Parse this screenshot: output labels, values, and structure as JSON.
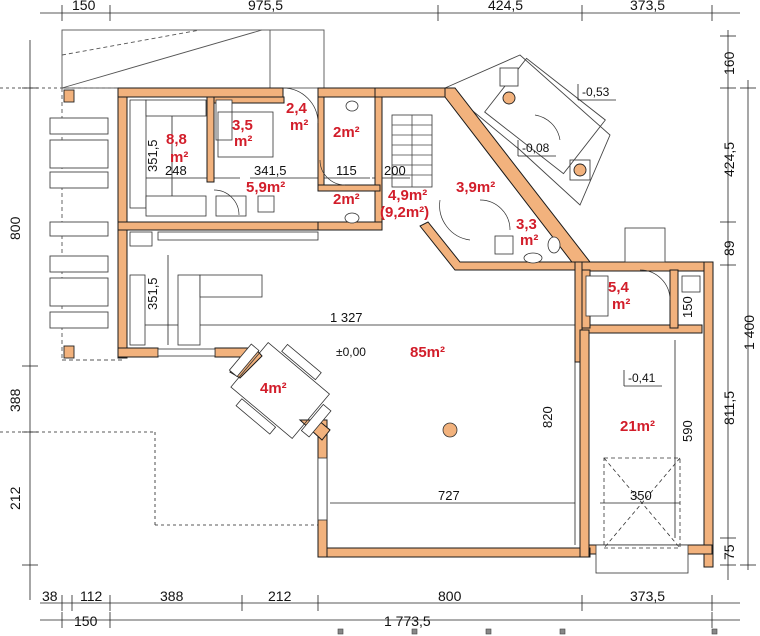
{
  "dimensions": {
    "top": [
      "150",
      "975,5",
      "424,5",
      "373,5"
    ],
    "bottom_row1": [
      "38",
      "112",
      "388",
      "212",
      "800",
      "373,5"
    ],
    "bottom_row2": [
      "150",
      "1 773,5"
    ],
    "left": [
      "800",
      "388",
      "212"
    ],
    "right_outer": [
      "160",
      "424,5",
      "89",
      "1 400",
      "811,5",
      "75"
    ],
    "inner_h": [
      "341,5",
      "248",
      "115",
      "200",
      "1 327",
      "727",
      "350"
    ],
    "inner_v": [
      "351,5",
      "351,5",
      "820",
      "590",
      "150"
    ]
  },
  "rooms": {
    "kitchen": "8,8",
    "pantry": "3,5",
    "hall_small": "2,4",
    "wc_top": "2m²",
    "hall": "5,9m²",
    "wc_bottom": "2m²",
    "stair_hall": "4,9m²",
    "stair_hall_total": "(9,2m²)",
    "hall_right": "3,9m²",
    "bath": "3,3",
    "utility": "5,4",
    "living": "85m²",
    "garage": "21m²",
    "bay": "4m²",
    "unit": "m²"
  },
  "levels": {
    "terrace_top": "-0,53",
    "terrace_mid": "-0,08",
    "ground": "±0,00",
    "garage": "-0,41"
  },
  "colors": {
    "wall": "#f2b27d",
    "wall_stroke": "#1a1a1a",
    "room_label": "#d21d2a"
  }
}
